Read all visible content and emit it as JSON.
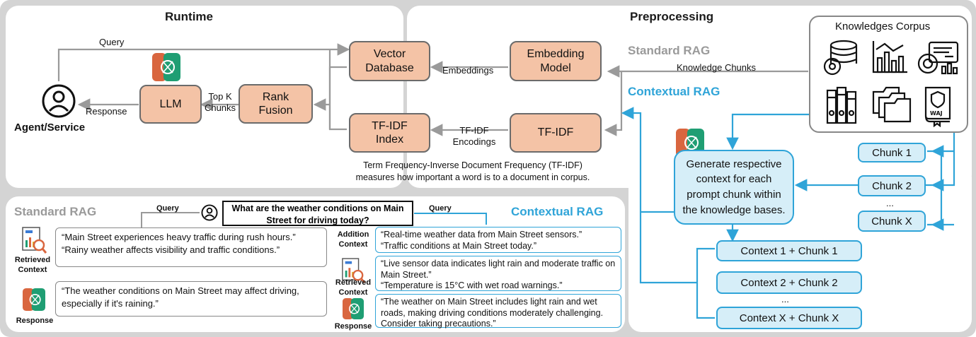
{
  "runtime": {
    "title": "Runtime",
    "query_label": "Query",
    "response_label": "Response",
    "agent_label": "Agent/Service",
    "llm": "LLM",
    "topk_label": "Top K\nChunks",
    "rank_fusion": "Rank\nFusion",
    "vector_db": "Vector\nDatabase",
    "tfidf_index": "TF-IDF\nIndex",
    "tfidf_note": "Term Frequency-Inverse Document Frequency (TF-IDF)\nmeasures how important a word is to a document in corpus."
  },
  "preprocessing": {
    "title": "Preprocessing",
    "embedding_model": "Embedding\nModel",
    "embeddings_label": "Embeddings",
    "tfidf": "TF-IDF",
    "tfidf_encodings_label": "TF-IDF\nEncodings",
    "standard_rag": "Standard RAG",
    "contextual_rag": "Contextual RAG",
    "knowledge_chunks_label": "Knowledge Chunks",
    "corpus_title": "Knowledges Corpus",
    "generate_box": "Generate respective context for each prompt chunk within the knowledge bases.",
    "chunks": [
      "Chunk 1",
      "Chunk 2",
      "...",
      "Chunk X"
    ],
    "contexts": [
      "Context 1 + Chunk 1",
      "Context 2 + Chunk 2",
      "...",
      "Context X + Chunk X"
    ]
  },
  "example": {
    "standard_rag": "Standard RAG",
    "contextual_rag": "Contextual RAG",
    "query_left": "Query",
    "query_right": "Query",
    "question": "What are the weather conditions on Main Street for driving today?",
    "retrieved_context_label": "Retrieved\nContext",
    "response_label": "Response",
    "std_context_lines": [
      "“Main Street experiences heavy traffic during rush hours.”",
      "“Rainy weather affects visibility and traffic conditions.”"
    ],
    "std_response": "“The weather conditions on Main Street may affect driving, especially if it's raining.”",
    "addition_context_label": "Addition\nContext",
    "addition_lines": [
      "“Real-time weather data from Main Street sensors.”",
      "“Traffic conditions at Main Street today.”"
    ],
    "ctx_retrieved_lines": [
      "“Live sensor data indicates light rain and moderate traffic on Main Street.”",
      "“Temperature is 15°C with wet road warnings.”"
    ],
    "ctx_response": "“The weather on Main Street includes light rain and wet roads, making driving conditions moderately challenging. Consider taking precautions.”"
  },
  "colors": {
    "peach": "#f4c3a6",
    "blue_accent": "#2fa4d8",
    "light_blue": "#d6eef8",
    "gray_line": "#9a9a9a",
    "frame_gray": "#d4d4d4"
  },
  "icons": [
    "user-icon",
    "llm-logo-icon",
    "database-gear-icon",
    "bar-chart-icon",
    "gauge-chart-icon",
    "binders-icon",
    "folders-icon",
    "law-book-icon",
    "report-magnifier-icon"
  ]
}
